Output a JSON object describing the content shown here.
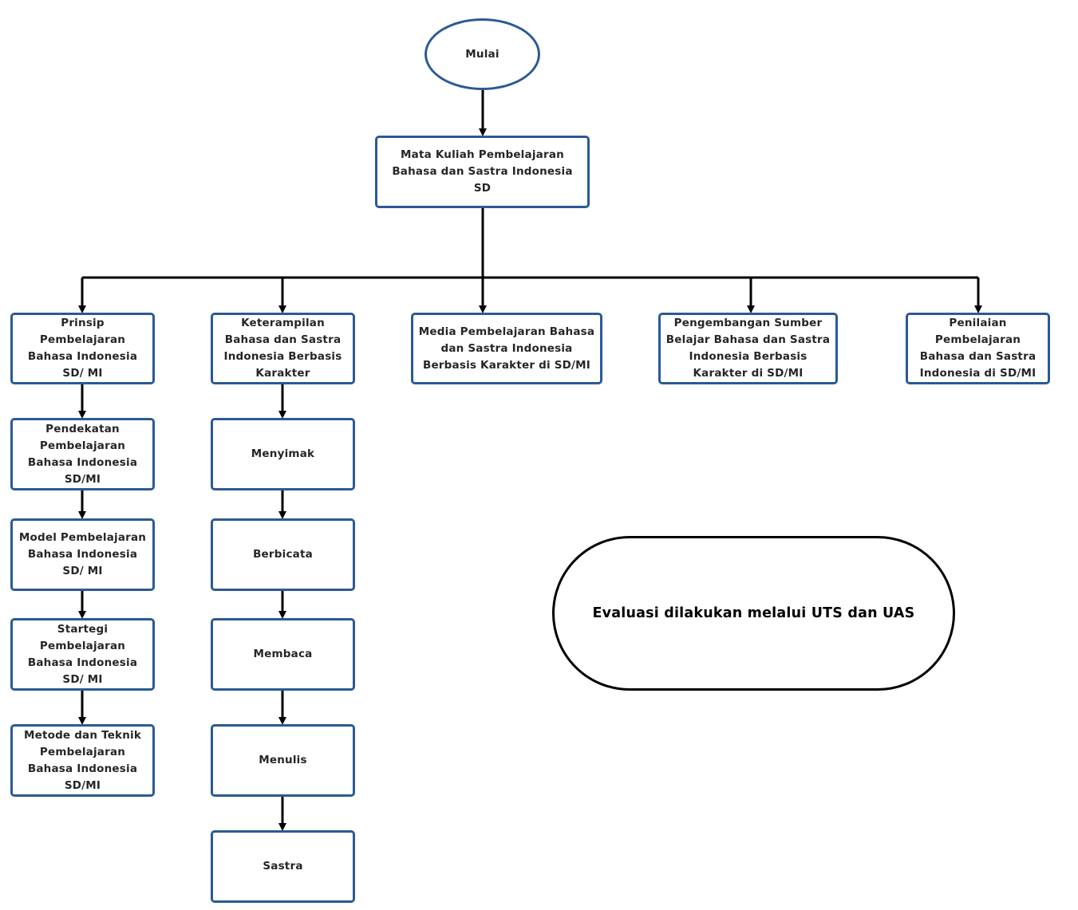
{
  "colors": {
    "node_border": "#2b5a94",
    "connector": "#000000",
    "text": "#262626"
  },
  "nodes": {
    "start": "Mulai",
    "course": "Mata Kuliah Pembelajaran Bahasa dan Sastra Indonesia SD",
    "prinsip": "Prinsip Pembelajaran Bahasa Indonesia SD/ MI",
    "keterampilan": "Keterampilan Bahasa dan Sastra Indonesia Berbasis Karakter",
    "media": "Media Pembelajaran Bahasa dan Sastra Indonesia Berbasis Karakter di SD/MI",
    "pengembangan": "Pengembangan Sumber Belajar Bahasa dan Sastra Indonesia Berbasis Karakter di SD/MI",
    "penilaian": "Penilaian Pembelajaran Bahasa dan Sastra Indonesia di SD/MI",
    "pendekatan": "Pendekatan Pembelajaran Bahasa Indonesia SD/MI",
    "model": "Model Pembelajaran Bahasa Indonesia SD/ MI",
    "strategi": "Startegi Pembelajaran Bahasa Indonesia SD/ MI",
    "metode": "Metode dan Teknik Pembelajaran Bahasa Indonesia SD/MI",
    "menyimak": "Menyimak",
    "berbicara": "Berbicata",
    "membaca": "Membaca",
    "menulis": "Menulis",
    "sastra": "Sastra"
  },
  "evaluation": "Evaluasi dilakukan melalui UTS dan UAS"
}
